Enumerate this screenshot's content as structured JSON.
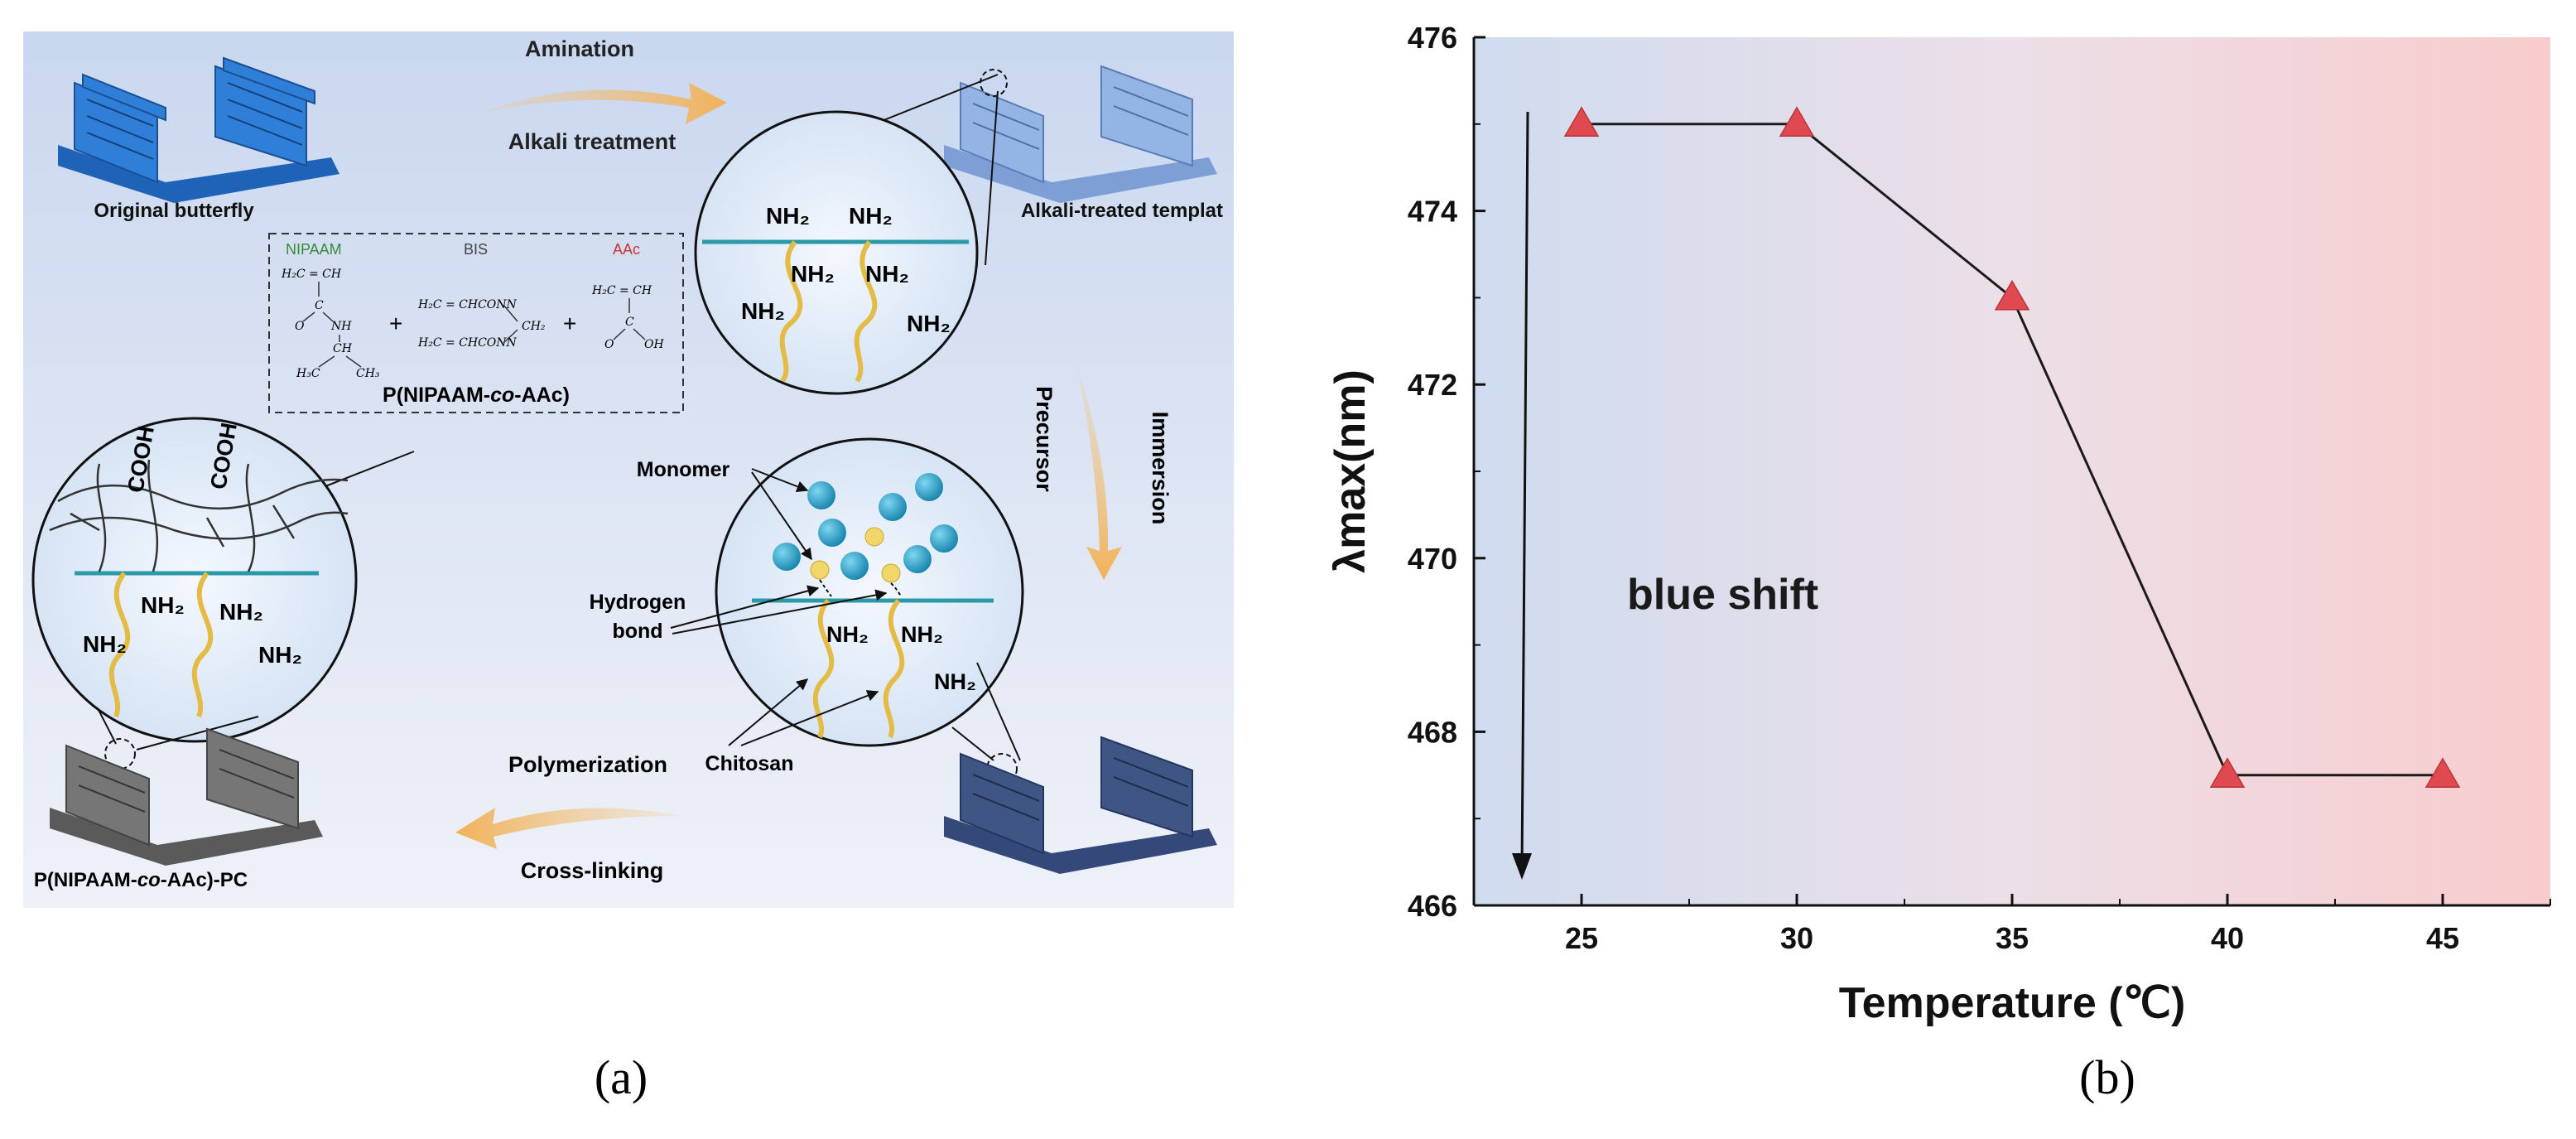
{
  "panel_a": {
    "caption": "(a)",
    "step_top_1": "Amination",
    "step_top_2": "Alkali treatment",
    "step_right_1": "Precursor",
    "step_right_2": "Immersion",
    "step_bottom_1": "Polymerization",
    "step_bottom_2": "Cross-linking",
    "label_original": "Original butterfly",
    "label_alkali": "Alkali-treated templat",
    "label_product_1": "P(NIPAAM-",
    "label_product_co": "co",
    "label_product_2": "-AAc)-PC",
    "copolymer_1": "P(NIPAAM-",
    "copolymer_co": "co",
    "copolymer_2": "-AAc)",
    "reagent_nipaam": "NIPAAM",
    "reagent_bis": "BIS",
    "reagent_aac": "AAc",
    "plus": "+",
    "formula_vinyl": "H₂C = CH",
    "formula_c": "C",
    "formula_o": "O",
    "formula_nh": "NH",
    "formula_ch": "CH",
    "formula_h3c": "H₃C",
    "formula_ch3": "CH₃",
    "formula_bis1": "H₂C = CHCONN",
    "formula_bis2": "H₂C = CHCONN",
    "formula_ch2": "CH₂",
    "formula_oh": "OH",
    "amine": "NH₂",
    "carboxyl": "COOH",
    "label_monomer": "Monomer",
    "label_hbond_1": "Hydrogen",
    "label_hbond_2": "bond",
    "label_chitosan": "Chitosan",
    "colors": {
      "butterfly_blue": "#2f7fd8",
      "butterfly_light": "#8aaee0",
      "butterfly_dark": "#3f5685",
      "butterfly_gray": "#6e6e6e",
      "chitosan": "#e3bb45",
      "substrate_line": "#2a9aa8",
      "monomer": "#1f9fc8",
      "nipaam_green": "#3a8a3a",
      "aac_red": "#c83232",
      "arrow_orange": "#f4c27a"
    }
  },
  "panel_b": {
    "caption": "(b)",
    "annotation": "blue shift"
  },
  "chart_data": {
    "type": "line",
    "xlabel": "Temperature (℃)",
    "ylabel": "λmax(nm)",
    "x": [
      25,
      30,
      35,
      40,
      45
    ],
    "values": [
      475,
      475,
      473,
      467.5,
      467.5
    ],
    "xlim": [
      22.5,
      47.5
    ],
    "ylim": [
      466,
      476
    ],
    "xticks": [
      25,
      30,
      35,
      40,
      45
    ],
    "yticks": [
      466,
      468,
      470,
      472,
      474,
      476
    ],
    "marker": "triangle",
    "marker_color": "#e0494f",
    "line_color": "#1a1a1a",
    "background_gradient": [
      "#cfdcef",
      "#f8cccc"
    ],
    "grid": false
  }
}
